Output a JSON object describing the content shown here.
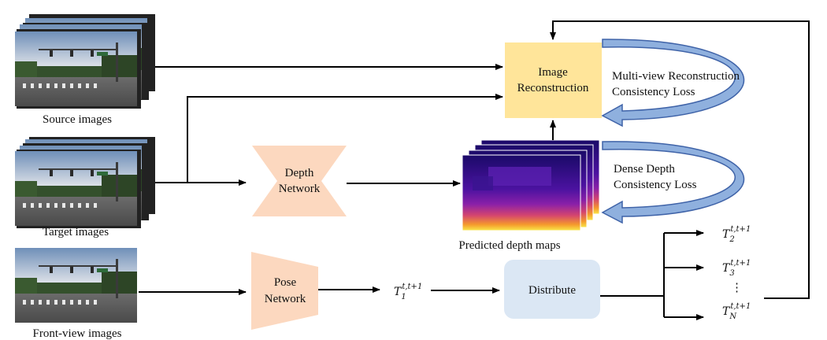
{
  "labels": {
    "source_images": "Source images",
    "target_images": "Target images",
    "front_view_images": "Front-view images",
    "predicted_depth_maps": "Predicted depth maps",
    "depth_network_l1": "Depth",
    "depth_network_l2": "Network",
    "pose_network_l1": "Pose",
    "pose_network_l2": "Network",
    "image_recon_l1": "Image",
    "image_recon_l2": "Reconstruction",
    "distribute": "Distribute",
    "mv_loss_l1": "Multi-view Reconstruction",
    "mv_loss_l2": "Consistency Loss",
    "dd_loss_l1": "Dense Depth",
    "dd_loss_l2": "Consistency Loss",
    "ellipsis": "⋮"
  },
  "transforms": {
    "t1": {
      "base": "T",
      "sub": "1",
      "sup": "t,t+1"
    },
    "t2": {
      "base": "T",
      "sub": "2",
      "sup": "t,t+1"
    },
    "t3": {
      "base": "T",
      "sub": "3",
      "sup": "t,t+1"
    },
    "tn": {
      "base": "T",
      "sub": "N",
      "sup": "t,t+1"
    }
  },
  "colors": {
    "network": "#fcd8bf",
    "image_recon": "#ffe59a",
    "distribute": "#dbe7f4",
    "loss_arrow_fill": "#8fb0de",
    "loss_arrow_stroke": "#3f63a8"
  }
}
